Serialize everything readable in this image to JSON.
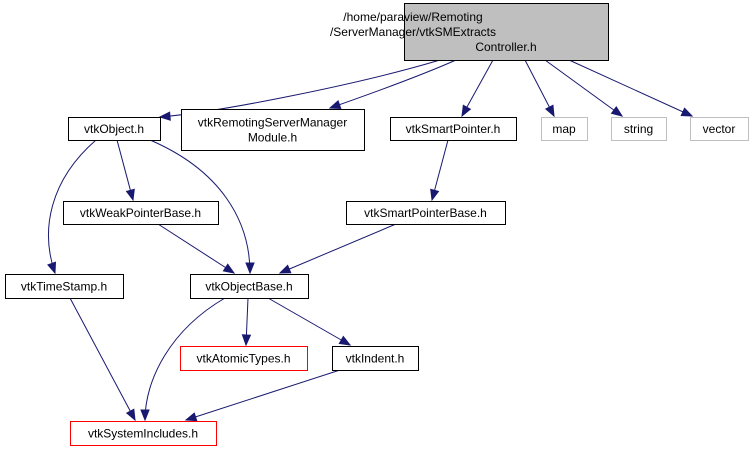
{
  "diagram": {
    "type": "include-dependency-graph",
    "colors": {
      "edge": "#191970",
      "normal_border": "#000000",
      "external_border": "#bfbfbf",
      "missing_border": "#ff0000",
      "root_fill": "#bfbfbf",
      "root_border": "#000000"
    },
    "nodes": [
      {
        "id": "root",
        "lines": [
          "/home/paraview/Remoting",
          "/ServerManager/vtkSMExtracts",
          "Controller.h"
        ],
        "style": "root"
      },
      {
        "id": "vtkObject",
        "lines": [
          "vtkObject.h"
        ],
        "style": "normal"
      },
      {
        "id": "vtkRemotingServerManagerModule",
        "lines": [
          "vtkRemotingServerManager",
          "Module.h"
        ],
        "style": "normal"
      },
      {
        "id": "vtkSmartPointer",
        "lines": [
          "vtkSmartPointer.h"
        ],
        "style": "normal"
      },
      {
        "id": "map",
        "lines": [
          "map"
        ],
        "style": "external"
      },
      {
        "id": "string",
        "lines": [
          "string"
        ],
        "style": "external"
      },
      {
        "id": "vector",
        "lines": [
          "vector"
        ],
        "style": "external"
      },
      {
        "id": "vtkWeakPointerBase",
        "lines": [
          "vtkWeakPointerBase.h"
        ],
        "style": "normal"
      },
      {
        "id": "vtkSmartPointerBase",
        "lines": [
          "vtkSmartPointerBase.h"
        ],
        "style": "normal"
      },
      {
        "id": "vtkTimeStamp",
        "lines": [
          "vtkTimeStamp.h"
        ],
        "style": "normal"
      },
      {
        "id": "vtkObjectBase",
        "lines": [
          "vtkObjectBase.h"
        ],
        "style": "normal"
      },
      {
        "id": "vtkAtomicTypes",
        "lines": [
          "vtkAtomicTypes.h"
        ],
        "style": "missing"
      },
      {
        "id": "vtkIndent",
        "lines": [
          "vtkIndent.h"
        ],
        "style": "normal"
      },
      {
        "id": "vtkSystemIncludes",
        "lines": [
          "vtkSystemIncludes.h"
        ],
        "style": "missing"
      }
    ],
    "edges": [
      {
        "from": "root",
        "to": "vtkObject"
      },
      {
        "from": "root",
        "to": "vtkRemotingServerManagerModule"
      },
      {
        "from": "root",
        "to": "vtkSmartPointer"
      },
      {
        "from": "root",
        "to": "map"
      },
      {
        "from": "root",
        "to": "string"
      },
      {
        "from": "root",
        "to": "vector"
      },
      {
        "from": "vtkObject",
        "to": "vtkTimeStamp"
      },
      {
        "from": "vtkObject",
        "to": "vtkWeakPointerBase"
      },
      {
        "from": "vtkObject",
        "to": "vtkObjectBase"
      },
      {
        "from": "vtkSmartPointer",
        "to": "vtkSmartPointerBase"
      },
      {
        "from": "vtkWeakPointerBase",
        "to": "vtkObjectBase"
      },
      {
        "from": "vtkSmartPointerBase",
        "to": "vtkObjectBase"
      },
      {
        "from": "vtkTimeStamp",
        "to": "vtkSystemIncludes"
      },
      {
        "from": "vtkObjectBase",
        "to": "vtkSystemIncludes"
      },
      {
        "from": "vtkObjectBase",
        "to": "vtkAtomicTypes"
      },
      {
        "from": "vtkObjectBase",
        "to": "vtkIndent"
      },
      {
        "from": "vtkIndent",
        "to": "vtkSystemIncludes"
      }
    ]
  }
}
